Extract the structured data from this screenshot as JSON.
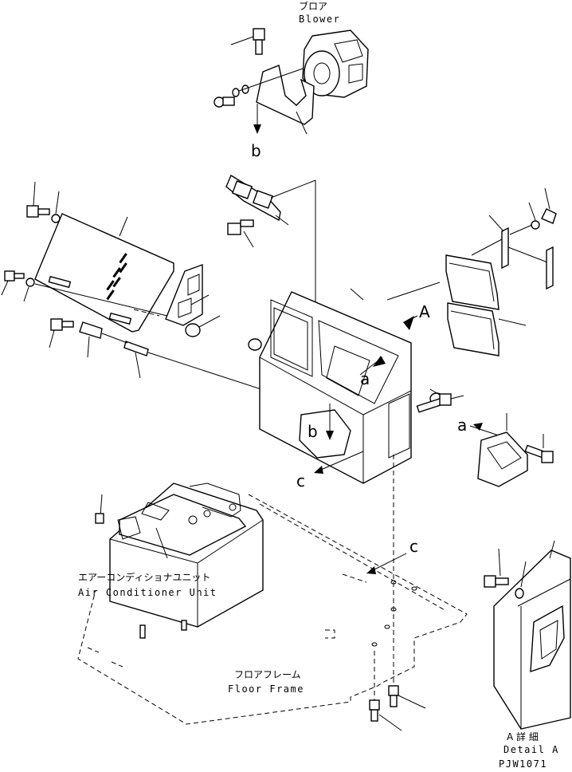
{
  "labels": {
    "blower_jp": "ブロア",
    "blower_en": "Blower",
    "ac_jp": "エアーコンディショナユニット",
    "ac_en": "Air Conditioner Unit",
    "floor_jp": "フロアフレーム",
    "floor_en": "Floor Frame",
    "detail_jp": "A 詳 細",
    "detail_en": "Detail A",
    "drawing_code": "PJW1071"
  },
  "callouts": {
    "A": "A",
    "a1": "a",
    "a2": "a",
    "b1": "b",
    "b2": "b",
    "c1": "c",
    "c2": "c"
  }
}
